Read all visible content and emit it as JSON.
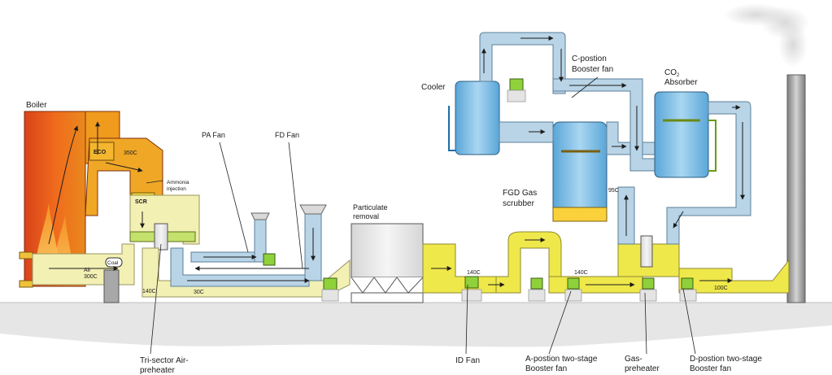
{
  "labels": {
    "boiler": "Boiler",
    "eco": "ECO",
    "scr": "SCR",
    "temp_350": "350C",
    "ammonia_1": "Ammonia",
    "ammonia_2": "injection",
    "air_1": "Air",
    "air_2": "300C",
    "coal": "Coal",
    "temp_140a": "140C",
    "temp_30": "30C",
    "pa_fan": "PA Fan",
    "fd_fan": "FD Fan",
    "particulate_1": "Particulate",
    "particulate_2": "removal",
    "temp_140b": "140C",
    "temp_140c": "140C",
    "temp_100": "100C",
    "temp_95": "95C",
    "cooler": "Cooler",
    "c_pos_1": "C-postion",
    "c_pos_2": "Booster fan",
    "co2_1": "CO",
    "co2_sub": "2",
    "co2_2": "Absorber",
    "fgd_1": "FGD Gas",
    "fgd_2": "scrubber",
    "tri_1": "Tri-sector Air-",
    "tri_2": "preheater",
    "id_fan": "ID Fan",
    "a_pos_1": "A-postion two-stage",
    "a_pos_2": "Booster fan",
    "gas_pre_1": "Gas-",
    "gas_pre_2": "preheater",
    "d_pos_1": "D-postion two-stage",
    "d_pos_2": "Booster fan"
  },
  "colors": {
    "flue_gas_hot": "#f2a21e",
    "flue_gas_cool": "#f3f0b4",
    "air_duct": "#b9d4e6",
    "fan": "#8fd13b",
    "ground": "#e6e6e6"
  }
}
